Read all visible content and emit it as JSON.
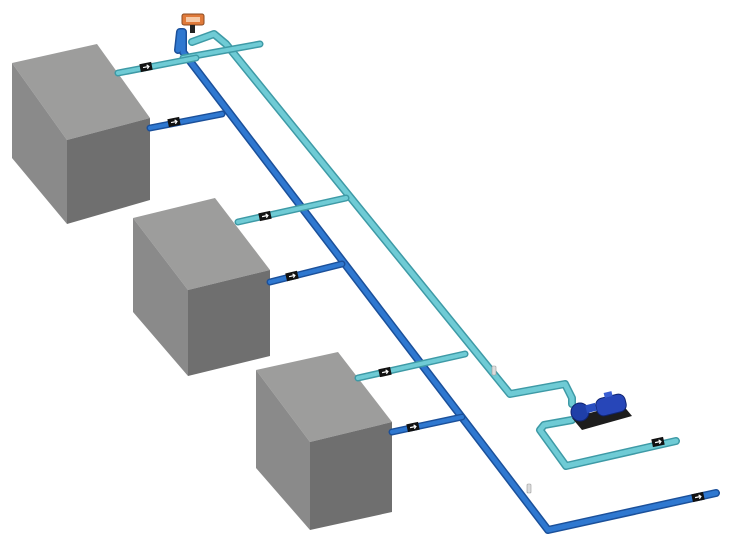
{
  "diagram": {
    "units": [
      {
        "id": "unit-1"
      },
      {
        "id": "unit-2"
      },
      {
        "id": "unit-3"
      }
    ],
    "supply_pipe_color": "#5bbfca",
    "return_pipe_color": "#2a6fc4",
    "unit_face_front": "#828282",
    "unit_face_side": "#6b6b6b",
    "unit_face_top": "#9d9d9c",
    "pump_color": "#1f3fa8",
    "valve_color": "#e07a3a",
    "icons": [
      "flow-arrow-icon",
      "pump-icon",
      "valve-icon",
      "sensor-icon"
    ]
  }
}
